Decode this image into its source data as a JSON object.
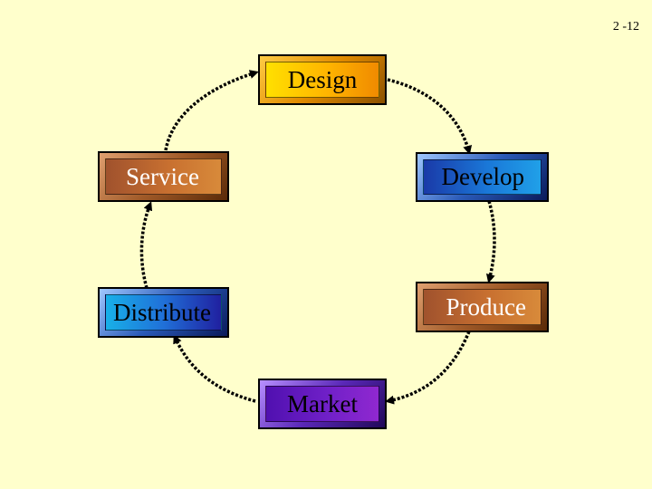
{
  "page_number": "2 -12",
  "nodes": {
    "design": "Design",
    "develop": "Develop",
    "produce": "Produce",
    "market": "Market",
    "distribute": "Distribute",
    "service": "Service"
  },
  "colors": {
    "background": "#ffffcc",
    "arrow": "#000000"
  }
}
